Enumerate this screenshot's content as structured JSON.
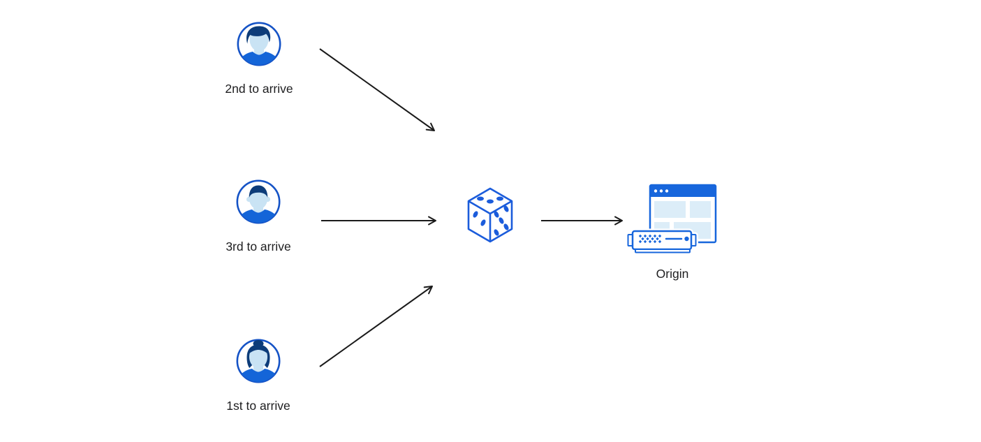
{
  "diagram": {
    "clients": [
      {
        "id": "second",
        "icon": "user-avatar-male-swoosh-hair-icon",
        "label": "2nd to arrive"
      },
      {
        "id": "third",
        "icon": "user-avatar-male-short-hair-icon",
        "label": "3rd to arrive"
      },
      {
        "id": "first",
        "icon": "user-avatar-female-bun-hair-icon",
        "label": "1st to arrive"
      }
    ],
    "randomizer": {
      "icon": "dice-icon"
    },
    "origin": {
      "icon": "origin-server-browser-icon",
      "label": "Origin"
    },
    "colors": {
      "avatar_ring_blue": "#1553c6",
      "shirt_blue": "#1465d8",
      "hair_navy": "#0d3c79",
      "face_light_blue": "#c9e3f4",
      "dice_blue": "#1b5cdb",
      "browser_blue": "#1766dc",
      "panel_light_blue": "#dcedf8",
      "arrow_black": "#1a1a1a",
      "label_color": "#1d1d1f",
      "background": "#ffffff"
    }
  }
}
